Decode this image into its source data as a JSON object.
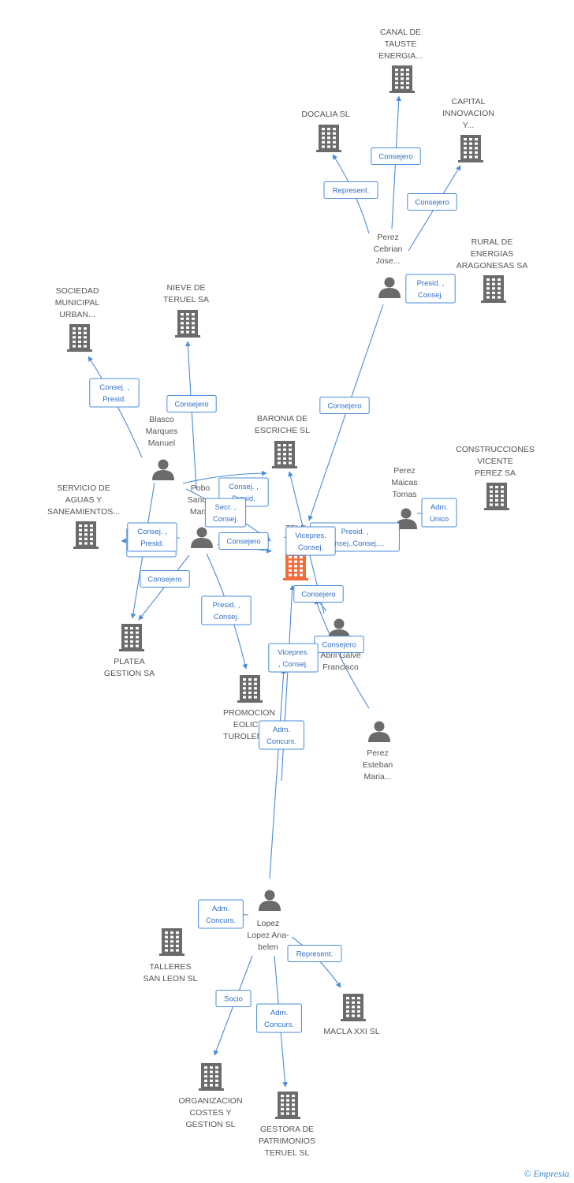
{
  "colors": {
    "edge": "#4a8bd8",
    "node": "#6b6b6b",
    "focus": "#f26b3a",
    "edge_text": "#2f6fc4"
  },
  "watermark": {
    "copyright": "©",
    "brand": "Empresia"
  },
  "nodes": [
    {
      "id": "canal",
      "kind": "company",
      "icon": "building-icon",
      "lines": [
        "CANAL DE",
        "TAUSTE",
        "ENERGIA..."
      ]
    },
    {
      "id": "docalia",
      "kind": "company",
      "icon": "building-icon",
      "lines": [
        "DOCALIA SL"
      ]
    },
    {
      "id": "capital",
      "kind": "company",
      "icon": "building-icon",
      "lines": [
        "CAPITAL",
        "INNOVACION",
        "Y..."
      ]
    },
    {
      "id": "perez_cebrian",
      "kind": "person",
      "icon": "person-icon",
      "lines": [
        "Perez",
        "Cebrian",
        "Jose..."
      ]
    },
    {
      "id": "rural",
      "kind": "company",
      "icon": "building-icon",
      "lines": [
        "RURAL DE",
        "ENERGIAS",
        "ARAGONESAS SA"
      ]
    },
    {
      "id": "sociedad",
      "kind": "company",
      "icon": "building-icon",
      "lines": [
        "SOCIEDAD",
        "MUNICIPAL",
        "URBAN..."
      ]
    },
    {
      "id": "nieve",
      "kind": "company",
      "icon": "building-icon",
      "lines": [
        "NIEVE DE",
        "TERUEL SA"
      ]
    },
    {
      "id": "blasco",
      "kind": "person",
      "icon": "person-icon",
      "lines": [
        "Blasco",
        "Marques",
        "Manuel"
      ]
    },
    {
      "id": "baronia",
      "kind": "company",
      "icon": "building-icon",
      "lines": [
        "BARONIA DE",
        "ESCRICHE SL"
      ]
    },
    {
      "id": "construcciones",
      "kind": "company",
      "icon": "building-icon",
      "lines": [
        "CONSTRUCCIONES",
        "VICENTE",
        "PEREZ SA"
      ]
    },
    {
      "id": "perez_maicas",
      "kind": "person",
      "icon": "person-icon",
      "lines": [
        "Perez",
        "Maicas",
        "Tomas"
      ]
    },
    {
      "id": "servicio",
      "kind": "company",
      "icon": "building-icon",
      "lines": [
        "SERVICIO DE",
        "AGUAS Y",
        "SANEAMIENTOS..."
      ]
    },
    {
      "id": "pobo",
      "kind": "person",
      "icon": "person-icon",
      "lines": [
        "Pobo",
        "Sanc...",
        "Maria"
      ]
    },
    {
      "id": "tele",
      "kind": "focus",
      "icon": "building-icon",
      "lines": [
        "TELE",
        "TER..."
      ]
    },
    {
      "id": "platea",
      "kind": "company",
      "icon": "building-icon",
      "lines": [
        "PLATEA",
        "GESTION SA"
      ]
    },
    {
      "id": "abril",
      "kind": "person",
      "icon": "person-icon",
      "lines": [
        "Abril Galve",
        "Francisco"
      ]
    },
    {
      "id": "promocion",
      "kind": "company",
      "icon": "building-icon",
      "lines": [
        "PROMOCION",
        "EOLIC...",
        "TUROLENS..."
      ]
    },
    {
      "id": "perez_esteban",
      "kind": "person",
      "icon": "person-icon",
      "lines": [
        "Perez",
        "Esteban",
        "Maria..."
      ]
    },
    {
      "id": "lopez",
      "kind": "person",
      "icon": "person-icon",
      "lines": [
        "Lopez",
        "Lopez Ana-",
        "belen"
      ]
    },
    {
      "id": "talleres",
      "kind": "company",
      "icon": "building-icon",
      "lines": [
        "TALLERES",
        "SAN LEON SL"
      ]
    },
    {
      "id": "macla",
      "kind": "company",
      "icon": "building-icon",
      "lines": [
        "MACLA XXI SL"
      ]
    },
    {
      "id": "organizacion",
      "kind": "company",
      "icon": "building-icon",
      "lines": [
        "ORGANIZACION",
        "COSTES Y",
        "GESTION SL"
      ]
    },
    {
      "id": "gestora",
      "kind": "company",
      "icon": "building-icon",
      "lines": [
        "GESTORA DE",
        "PATRIMONIOS",
        "TERUEL SL"
      ]
    }
  ],
  "edges": [
    {
      "from": "perez_cebrian",
      "to": "canal",
      "label": [
        "Consejero"
      ]
    },
    {
      "from": "perez_cebrian",
      "to": "docalia",
      "label": [
        "Represent."
      ]
    },
    {
      "from": "perez_cebrian",
      "to": "capital",
      "label": [
        "Consejero"
      ]
    },
    {
      "from": "perez_cebrian",
      "to": "rural",
      "label": [
        "Presid. ,",
        "Consej."
      ]
    },
    {
      "from": "perez_cebrian",
      "to": "tele",
      "label": [
        "Consejero"
      ]
    },
    {
      "from": "blasco",
      "to": "sociedad",
      "label": [
        "Consej. ,",
        "Presid."
      ]
    },
    {
      "from": "blasco",
      "to": "nieve",
      "label": [
        "Consejero"
      ]
    },
    {
      "from": "blasco",
      "to": "baronia",
      "label": [
        "Consej. ,",
        "Presid."
      ]
    },
    {
      "from": "blasco",
      "to": "tele",
      "label": [
        "Secr. ,",
        "Consej."
      ]
    },
    {
      "from": "blasco",
      "to": "platea",
      "label": [
        "Consej. ,",
        "Presid."
      ]
    },
    {
      "from": "perez_maicas",
      "to": "construcciones",
      "label": [
        "Adm.",
        "Unico"
      ]
    },
    {
      "from": "perez_maicas",
      "to": "tele",
      "label": [
        "Presid. ,",
        "Consej.,Consej...."
      ]
    },
    {
      "from": "pobo",
      "to": "servicio",
      "label": [
        "Consej. ,",
        "Presid."
      ]
    },
    {
      "from": "pobo",
      "to": "tele",
      "label": [
        "Consejero"
      ]
    },
    {
      "from": "pobo",
      "to": "platea",
      "label": [
        "Consejero"
      ]
    },
    {
      "from": "pobo",
      "to": "promocion",
      "label": [
        "Presid. ,",
        "Consej."
      ]
    },
    {
      "from": "abril",
      "to": "baronia",
      "label": [
        "Vicepres.",
        "Consej."
      ]
    },
    {
      "from": "abril",
      "to": "tele",
      "label": [
        "Consejero"
      ]
    },
    {
      "from": "perez_esteban",
      "to": "tele",
      "label": [
        "Consejero"
      ]
    },
    {
      "from": "lopez",
      "to": "tele",
      "label": [
        "Vicepres.",
        ", Consej."
      ]
    },
    {
      "from": "lopez",
      "to": "talleres",
      "label": [
        "Adm.",
        "Concurs."
      ]
    },
    {
      "from": "lopez",
      "to": "macla",
      "label": [
        "Represent."
      ]
    },
    {
      "from": "lopez",
      "to": "organizacion",
      "label": [
        "Socio"
      ]
    },
    {
      "from": "lopez",
      "to": "gestora",
      "label": [
        "Adm.",
        "Concurs."
      ]
    },
    {
      "from": "lopez",
      "to": "tele",
      "label": [
        "Adm.",
        "Concurs."
      ]
    }
  ]
}
